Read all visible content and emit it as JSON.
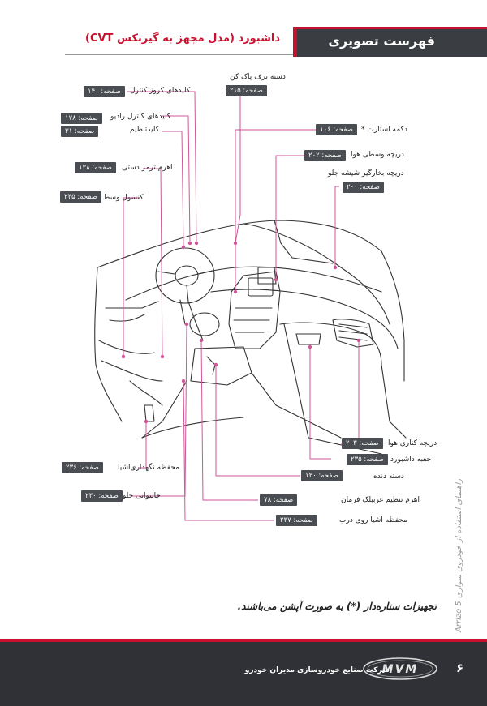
{
  "header": {
    "section_title": "فهرست تصویری",
    "doc_title": "داشبورد (مدل مجهز به گیربکس CVT)"
  },
  "callouts": [
    {
      "label": "دسته برف پاک کن",
      "page": "صفحه: ۲۱۵"
    },
    {
      "label": "کلیدهای کروز کنترل",
      "page": "صفحه: ۱۴۰"
    },
    {
      "label": "کلیدهای کنترل رادیو",
      "page": "صفحه: ۱۷۸"
    },
    {
      "label": "کلیدتنظیم",
      "page": "صفحه: ۳۱"
    },
    {
      "label": "دکمه استارت *",
      "page": "صفحه: ۱۰۶"
    },
    {
      "label": "دریچه وسطی هوا",
      "page": "صفحه: ۲۰۲"
    },
    {
      "label": "اهرم ترمز دستی",
      "page": "صفحه: ۱۲۸"
    },
    {
      "label": "دریچه بخارگیر شیشه جلو",
      "page": "صفحه: ۲۰۰"
    },
    {
      "label": "کنسول وسط",
      "page": "صفحه: ۲۳۵"
    },
    {
      "label": "دریچه کناری هوا",
      "page": "صفحه: ۲۰۳"
    },
    {
      "label": "جعبه داشبورد",
      "page": "صفحه: ۲۳۵"
    },
    {
      "label": "دسته دنده",
      "page": "صفحه: ۱۲۰"
    },
    {
      "label": "محفظه نگهداری‌اشیا",
      "page": "صفحه: ۲۳۶"
    },
    {
      "label": "جالیوانی جلو",
      "page": "صفحه: ۲۳۰"
    },
    {
      "label": "اهرم تنظیم غربیلک فرمان",
      "page": "صفحه: ۷۸"
    },
    {
      "label": "محفظه اشیا روی درب",
      "page": "صفحه: ۲۳۷"
    }
  ],
  "side_text": "راهنمای استفاده از خودروی سواری Arrizo 5",
  "note": "تجهیزات ستاره‌دار (*) به صورت آپشن می‌باشند.",
  "footer": {
    "company": "شرکت صنایع خودروسازی مدیران خودرو",
    "page_number": "۶",
    "logo_text": "MVM"
  },
  "colors": {
    "accent": "#c8102e",
    "leader": "#d0569a",
    "bar": "#3a3d42"
  }
}
